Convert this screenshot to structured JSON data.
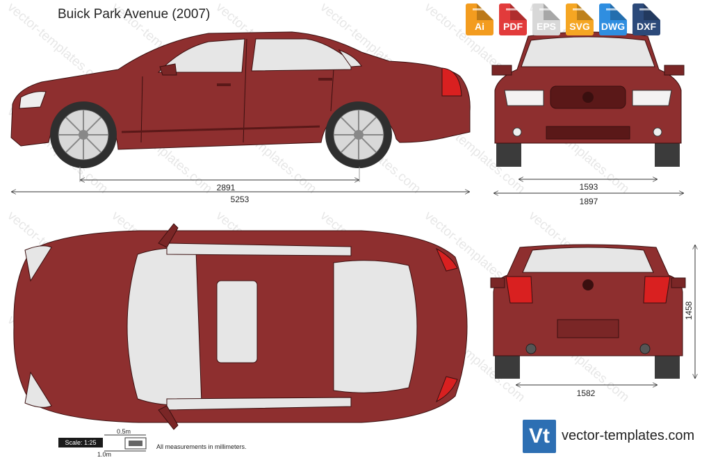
{
  "title": "Buick Park Avenue (2007)",
  "formats": [
    {
      "label": "Ai",
      "color": "#f39c1f",
      "icon": "ai-file-icon"
    },
    {
      "label": "PDF",
      "color": "#e23b3b",
      "icon": "pdf-file-icon"
    },
    {
      "label": "EPS",
      "color": "#d8d8d8",
      "icon": "eps-file-icon"
    },
    {
      "label": "SVG",
      "color": "#f5a623",
      "icon": "svg-file-icon"
    },
    {
      "label": "DWG",
      "color": "#2f8ee0",
      "icon": "dwg-file-icon"
    },
    {
      "label": "DXF",
      "color": "#2c4a7a",
      "icon": "dxf-file-icon"
    }
  ],
  "dimensions": {
    "wheelbase": "2891",
    "length": "5253",
    "front_track": "1593",
    "width": "1897",
    "rear_track": "1582",
    "height": "1458"
  },
  "scale": {
    "label": "Scale: 1:25",
    "half_meter": "0.5m",
    "one_meter": "1.0m",
    "note": "All measurements in millimeters."
  },
  "brand": {
    "logo_text": "Vt",
    "site": "vector-templates.com",
    "watermark": "vector-templates.com"
  },
  "colors": {
    "body": "#8e2f2f",
    "body_dark": "#6e2222",
    "glass": "#e6e6e6",
    "tire": "#3b3b3b",
    "taillight": "#d92020"
  }
}
